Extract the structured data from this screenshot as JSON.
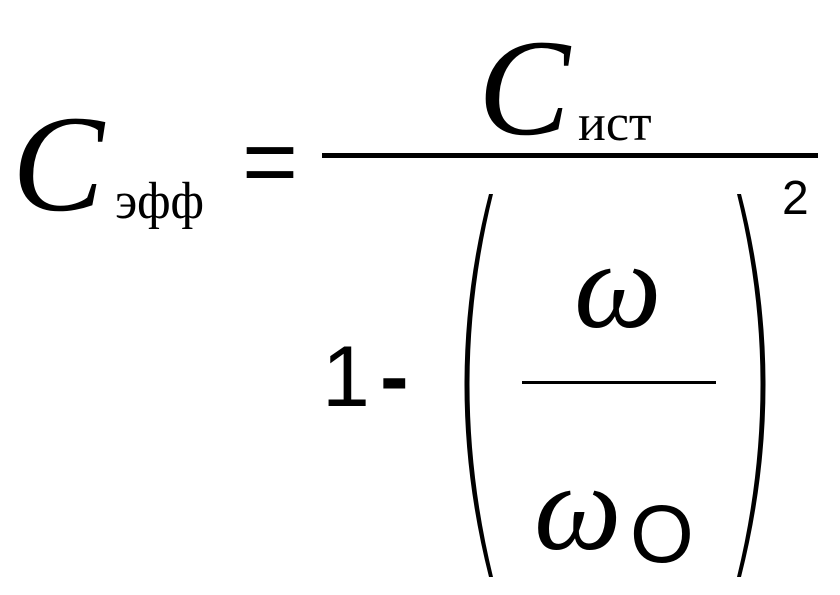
{
  "formula": {
    "lhs": {
      "symbol": "C",
      "subscript": "эфф"
    },
    "equals": "=",
    "numerator": {
      "symbol": "C",
      "subscript": "ист"
    },
    "denominator": {
      "one": "1",
      "minus": "-",
      "ratio": {
        "numerator": "ω",
        "denominator": {
          "symbol": "ω",
          "subscript": "O"
        }
      },
      "exponent": "2"
    },
    "color": "#000000"
  }
}
